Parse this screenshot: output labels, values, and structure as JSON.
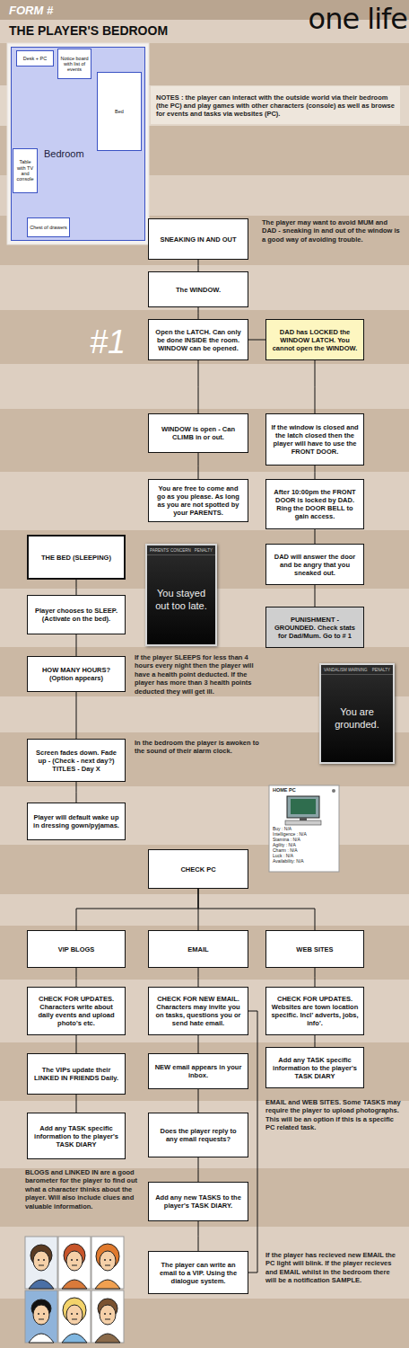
{
  "diagram": {
    "title": "THE PLAYER'S BEDROOM",
    "nodes": [
      {
        "text": [
          "Bedroom"
        ]
      },
      {
        "text": [
          "Desk + PC"
        ],
        "in": 0
      },
      {
        "text": [
          "Notice board with list of events"
        ],
        "in": 0
      },
      {
        "text": [
          "Bed"
        ],
        "in": 0
      },
      {
        "text": [
          "Table with TV and console"
        ],
        "in": 0
      },
      {
        "text": [
          "Chest of drawers"
        ],
        "in": 0
      },
      {
        "text": [
          "NOTES : the player can interact with the outside world via their bedroom (the PC) and play games with other characters (console) as well as browse for events and tasks via websites (PC)."
        ]
      },
      {
        "text": [
          "SNEAKING IN AND OUT"
        ]
      },
      {
        "text": [
          "The WINDOW."
        ]
      },
      {
        "text": [
          "Open the LATCH. Can only be done INSIDE the room. WINDOW can be opened."
        ]
      },
      {
        "text": [
          "DAD has LOCKED the WINDOW LATCH. You cannot open the WINDOW."
        ]
      },
      {
        "text": [
          "WINDOW is open - Can CLIMB in or out."
        ]
      },
      {
        "text": [
          "If the window is closed and the latch closed then the player will have to use the FRONT DOOR."
        ]
      },
      {
        "text": [
          "You are free to come and go as you please. As long as you are not spotted by your PARENTS."
        ]
      },
      {
        "text": [
          "After 10:00pm the FRONT DOOR is locked by DAD. Ring the DOOR BELL to gain access."
        ]
      },
      {
        "text": [
          "THE BED (SLEEPING)"
        ]
      },
      {
        "text": [
          "PARENTS' CONCERN",
          "PENALTY",
          "You stayed out too late."
        ]
      },
      {
        "text": [
          "DAD will answer the door and be angry that you sneaked out."
        ]
      },
      {
        "text": [
          "PUNISHMENT - GROUNDED. Check stats for Dad/Mum. Go to # 1"
        ]
      },
      {
        "text": [
          "Player chooses to SLEEP. (Activate on the bed)."
        ]
      },
      {
        "text": [
          "HOW MANY HOURS? (Option appears)"
        ]
      },
      {
        "text": [
          "VANDALISM WARNING",
          "PENALTY",
          "You are grounded."
        ]
      },
      {
        "text": [
          "Screen fades down. Fade up - (Check - next day?) TITLES - Day X"
        ]
      },
      {
        "text": [
          "Player will default wake up in dressing gown/pyjamas."
        ]
      },
      {
        "text": [
          "HOME PC",
          "Buy : N/A",
          "Intelligence : N/A",
          "Stamina : N/A",
          "Agility : N/A",
          "Charm : N/A",
          "Luck : N/A",
          "Availability: N/A"
        ]
      },
      {
        "text": [
          "CHECK PC"
        ]
      },
      {
        "text": [
          "VIP BLOGS"
        ]
      },
      {
        "text": [
          "EMAIL"
        ]
      },
      {
        "text": [
          "WEB SITES"
        ]
      },
      {
        "text": [
          "CHECK FOR UPDATES. Characters write about daily events and upload photo's etc."
        ]
      },
      {
        "text": [
          "CHECK FOR NEW EMAIL. Characters may invite you on tasks, questions you or send hate email."
        ]
      },
      {
        "text": [
          "CHECK FOR UPDATES. Websites are town location specific. Incl' adverts, jobs, info'."
        ]
      },
      {
        "text": [
          "The VIPs update their LINKED IN FRIENDS Daily."
        ]
      },
      {
        "text": [
          "NEW email appears in your inbox."
        ]
      },
      {
        "text": [
          "Add any TASK specific information to the player's TASK DIARY"
        ]
      },
      {
        "text": [
          "Add any TASK specific information to the player's TASK DIARY"
        ]
      },
      {
        "text": [
          "Does the player reply to any email requests?"
        ]
      },
      {
        "text": [
          "Add any new TASKS to the player's TASK DIARY."
        ]
      },
      {
        "text": [
          "The player can write an email to a VIP. Using the dialogue system."
        ]
      }
    ],
    "edges": [
      {
        "from": 7,
        "to": 8,
        "arrow": "none"
      },
      {
        "from": 8,
        "to": 9,
        "arrow": "none"
      },
      {
        "from": 9,
        "to": 10,
        "arrow": "none"
      },
      {
        "from": 9,
        "to": 11,
        "arrow": "none"
      },
      {
        "from": 10,
        "to": 12,
        "arrow": "none"
      },
      {
        "from": 11,
        "to": 13,
        "arrow": "none"
      },
      {
        "from": 12,
        "to": 14,
        "arrow": "none"
      },
      {
        "from": 14,
        "to": 17,
        "arrow": "none"
      },
      {
        "from": 17,
        "to": 18,
        "arrow": "none"
      },
      {
        "from": 15,
        "to": 19,
        "arrow": "none"
      },
      {
        "from": 19,
        "to": 20,
        "arrow": "none"
      },
      {
        "from": 20,
        "to": 22,
        "arrow": "none"
      },
      {
        "from": 22,
        "to": 23,
        "arrow": "none"
      },
      {
        "from": 25,
        "to": 26,
        "arrow": "none"
      },
      {
        "from": 25,
        "to": 27,
        "arrow": "none"
      },
      {
        "from": 25,
        "to": 28,
        "arrow": "none"
      },
      {
        "from": 26,
        "to": 29,
        "arrow": "none"
      },
      {
        "from": 29,
        "to": 32,
        "arrow": "none"
      },
      {
        "from": 32,
        "to": 35,
        "arrow": "none"
      },
      {
        "from": 27,
        "to": 30,
        "arrow": "none"
      },
      {
        "from": 30,
        "to": 33,
        "arrow": "none"
      },
      {
        "from": 33,
        "to": 36,
        "arrow": "none"
      },
      {
        "from": 36,
        "to": 37,
        "arrow": "none"
      },
      {
        "from": 37,
        "to": 38,
        "arrow": "none"
      },
      {
        "from": 30,
        "to": 38,
        "arrow": "none"
      },
      {
        "from": 28,
        "to": 31,
        "arrow": "none"
      },
      {
        "from": 31,
        "to": 34,
        "arrow": "none"
      }
    ],
    "labels": [
      "FORM #",
      "one life",
      "The player may want to avoid MUM and DAD - sneaking in and out of the window is a good way of avoiding trouble.",
      "#1",
      "If the player SLEEPS for less than 4 hours every night then the player will have a health point deducted. If the player has more than 3 health points deducted they will get ill.",
      "In the bedroom the player is awoken to the sound of their alarm clock.",
      "EMAIL and WEB SITES. Some TASKS may require the player to upload photographs. This will be an option if this is a specific PC related task.",
      "BLOGS and LINKED IN are a good barometer for the player to find out what a character thinks about the player. Will also include clues and valuable information.",
      "If the player has recieved new EMAIL the PC light will blink. If the player recieves and EMAIL whilst in the bedroom there will be a notification SAMPLE."
    ]
  }
}
